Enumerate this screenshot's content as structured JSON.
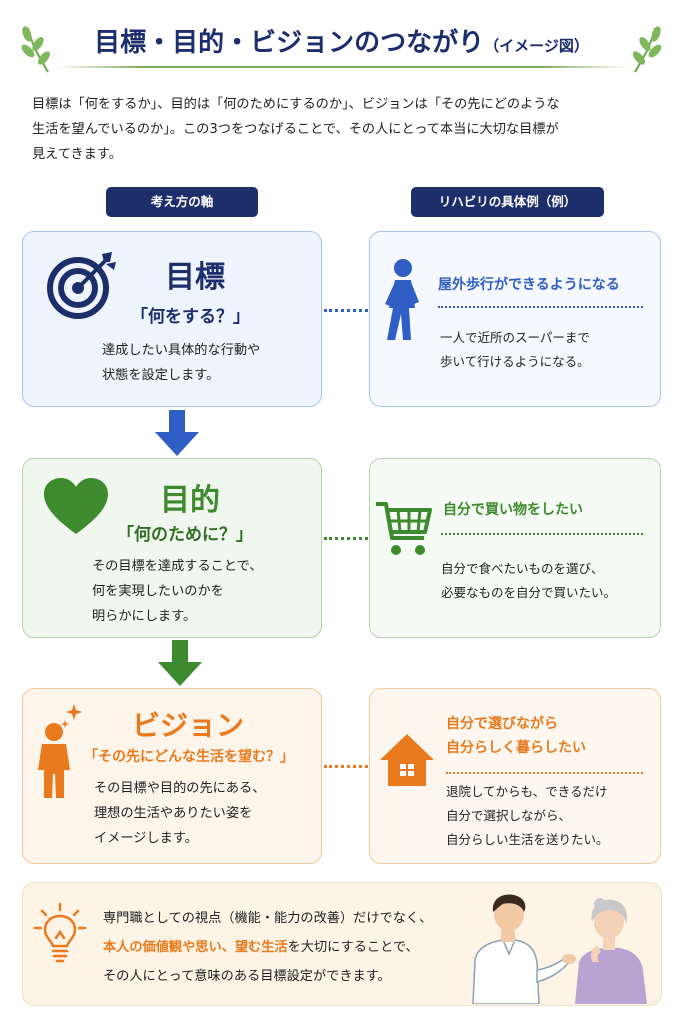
{
  "header": {
    "title": "目標・目的・ビジョンのつながり",
    "title_suffix": "（イメージ図）"
  },
  "intro": {
    "line1": "目標は「何をするか」、目的は「何のためにするのか」、ビジョンは「その先にどのような",
    "line2": "生活を望んでいるのか」。この3つをつなげることで、その人にとって本当に大切な目標が",
    "line3": "見えてきます。"
  },
  "columns": {
    "left_label": "考え方の軸",
    "right_label": "リハビリの具体例（例）"
  },
  "goal": {
    "heading": "目標",
    "question": "「何をする？」",
    "desc_line1": "達成したい具体的な行動や",
    "desc_line2": "状態を設定します。",
    "icon": "target-icon",
    "example": {
      "title": "屋外歩行ができるようになる",
      "desc_line1": "一人で近所のスーパーまで",
      "desc_line2": "歩いて行けるようになる。",
      "icon": "walking-person-icon"
    }
  },
  "purpose": {
    "heading": "目的",
    "question": "「何のために？」",
    "desc_line1": "その目標を達成することで、",
    "desc_line2": "何を実現したいのかを",
    "desc_line3": "明らかにします。",
    "icon": "heart-icon",
    "example": {
      "title": "自分で買い物をしたい",
      "desc_line1": "自分で食べたいものを選び、",
      "desc_line2": "必要なものを自分で買いたい。",
      "icon": "shopping-cart-icon"
    }
  },
  "vision": {
    "heading": "ビジョン",
    "question": "「その先にどんな生活を望む？」",
    "desc_line1": "その目標や目的の先にある、",
    "desc_line2": "理想の生活やありたい姿を",
    "desc_line3": "イメージします。",
    "icon": "person-sparkle-icon",
    "example": {
      "title_line1": "自分で選びながら",
      "title_line2": "自分らしく暮らしたい",
      "desc_line1": "退院してからも、できるだけ",
      "desc_line2": "自分で選択しながら、",
      "desc_line3": "自分らしい生活を送りたい。",
      "icon": "house-icon"
    }
  },
  "bottom": {
    "line1": "専門職としての視点（機能・能力の改善）だけでなく、",
    "line2_hl1": "本人の価値観や思い、望む生活",
    "line2_rest": "を大切にすることで、",
    "line3": "その人にとって意味のある目標設定ができます。",
    "icon": "lightbulb-icon"
  },
  "colors": {
    "navy": "#1c2e6e",
    "blue": "#2f5fc4",
    "green": "#3e8a2e",
    "orange": "#e97a1e"
  }
}
